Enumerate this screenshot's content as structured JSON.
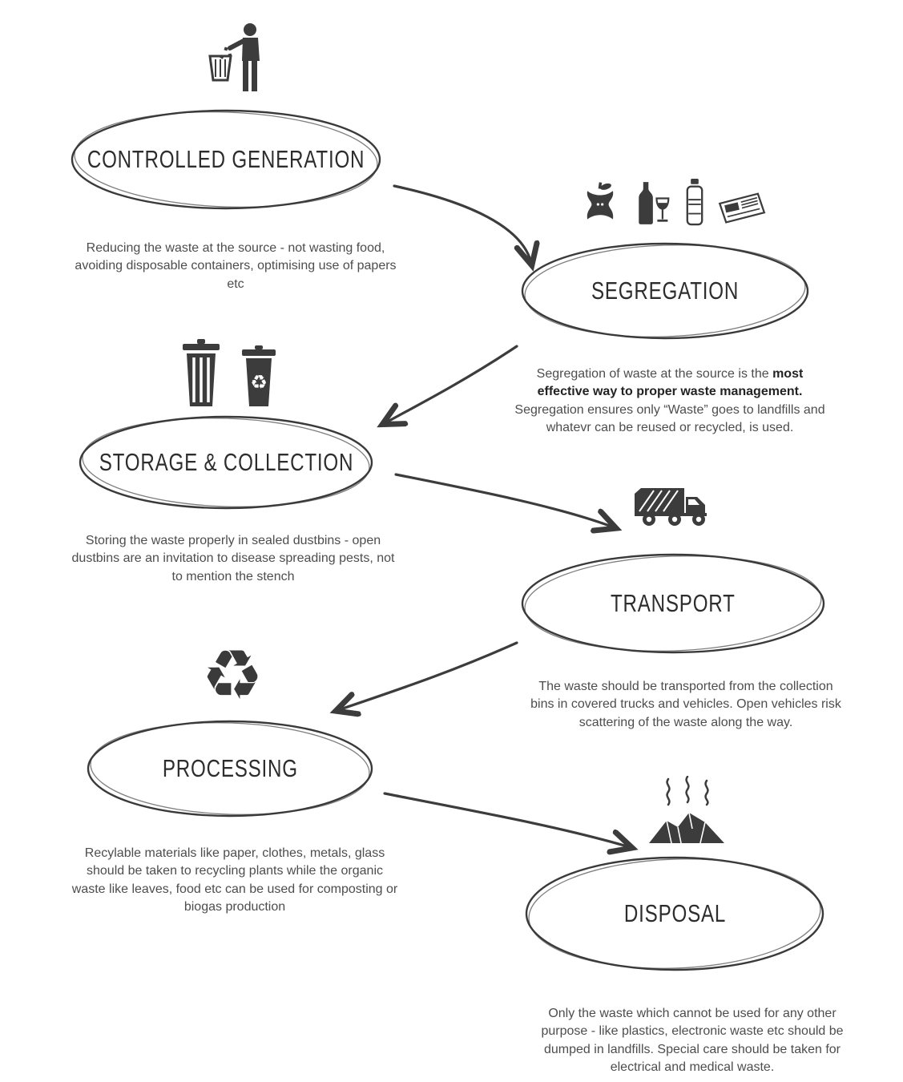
{
  "page": {
    "background": "#ffffff",
    "ink_color": "#3c3c3c",
    "text_color": "#4d4d4d"
  },
  "icons": {
    "recycle_glyph": "♻",
    "generation_icon": "littering-person",
    "segregation_icons": "apple-core, wine-bottle-and-glass, water-bottle, newspaper",
    "storage_icons": "striped-dustbin, recycle-dustbin",
    "transport_icon": "garbage-truck",
    "processing_icon": "recycling-symbol",
    "disposal_icon": "smelly-waste-pile"
  },
  "steps": {
    "generation": {
      "label": "CONTROLLED GENERATION",
      "description": "Reducing the waste at the source - not wasting food, avoiding disposable containers, optimising use of papers etc"
    },
    "segregation": {
      "label": "SEGREGATION",
      "description_pre": "Segregation of waste at the source is the ",
      "description_bold": "most effective way to proper waste management.",
      "description_post": " Segregation ensures only “Waste” goes to landfills and whatevr can be reused or recycled, is used."
    },
    "storage": {
      "label": "STORAGE & COLLECTION",
      "description": "Storing the waste properly in sealed dustbins - open dustbins are an invitation to disease spreading pests, not to mention the stench"
    },
    "transport": {
      "label": "TRANSPORT",
      "description": "The waste should be transported from the collection bins in covered trucks and vehicles. Open vehicles risk scattering of the waste along the way."
    },
    "processing": {
      "label": "PROCESSING",
      "description": "Recylable materials like paper, clothes, metals, glass should be taken to recycling plants while the organic waste like leaves, food etc can be used for composting or biogas production"
    },
    "disposal": {
      "label": "DISPOSAL",
      "description": "Only the waste which cannot be used for any other purpose - like plastics, electronic waste etc should be dumped in landfills. Special care should be taken for electrical and medical waste."
    }
  }
}
